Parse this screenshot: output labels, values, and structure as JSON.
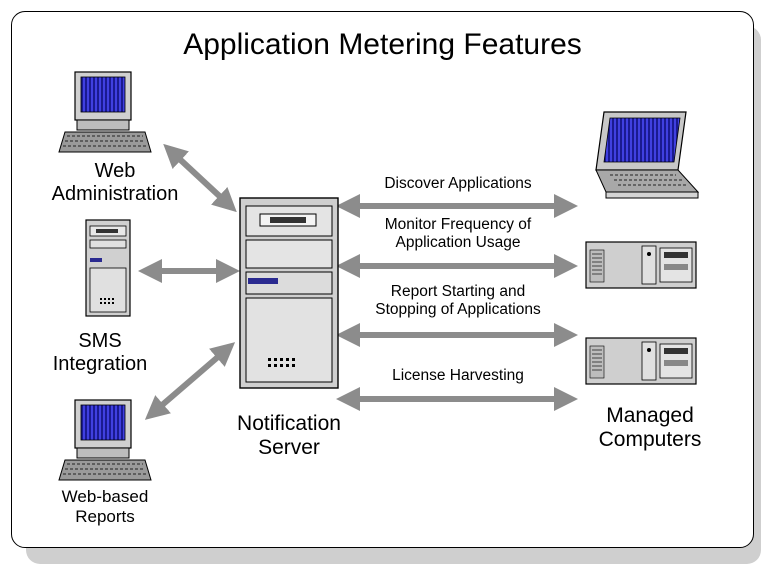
{
  "title": "Application Metering Features",
  "left_nodes": [
    {
      "label_line1": "Web",
      "label_line2": "Administration"
    },
    {
      "label_line1": "SMS",
      "label_line2": "Integration"
    },
    {
      "label_line1": "Web-based",
      "label_line2": "Reports"
    }
  ],
  "center": {
    "label_line1": "Notification",
    "label_line2": "Server"
  },
  "right_group": {
    "label_line1": "Managed",
    "label_line2": "Computers"
  },
  "connections": [
    {
      "line1": "Discover Applications"
    },
    {
      "line1": "Monitor Frequency of",
      "line2": "Application Usage"
    },
    {
      "line1": "Report Starting and",
      "line2": "Stopping of Applications"
    },
    {
      "line1": "License Harvesting"
    }
  ],
  "colors": {
    "arrow": "#8c8c8c",
    "screen": "#1e1ea8",
    "case": "#c8c8c8"
  }
}
